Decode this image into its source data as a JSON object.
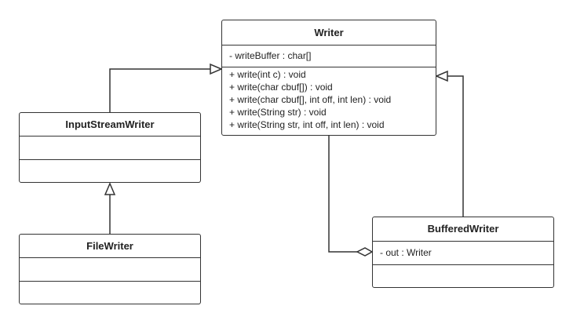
{
  "classes": {
    "writer": {
      "name": "Writer",
      "attributes": [
        "- writeBuffer : char[]"
      ],
      "methods": [
        "+ write(int c) : void",
        "+ write(char cbuf[]) : void",
        "+ write(char cbuf[], int off, int len) : void",
        "+ write(String str) : void",
        "+ write(String str, int off, int len) : void"
      ]
    },
    "input_stream_writer": {
      "name": "InputStreamWriter",
      "attributes": [],
      "methods": []
    },
    "file_writer": {
      "name": "FileWriter",
      "attributes": [],
      "methods": []
    },
    "buffered_writer": {
      "name": "BufferedWriter",
      "attributes": [
        "- out :  Writer"
      ],
      "methods": []
    }
  },
  "relationships": [
    {
      "from": "InputStreamWriter",
      "to": "Writer",
      "type": "generalization"
    },
    {
      "from": "FileWriter",
      "to": "InputStreamWriter",
      "type": "generalization"
    },
    {
      "from": "BufferedWriter",
      "to": "Writer",
      "type": "generalization"
    },
    {
      "from": "BufferedWriter",
      "to": "Writer",
      "type": "aggregation"
    }
  ],
  "colors": {
    "stroke": "#333333",
    "background": "#ffffff"
  }
}
